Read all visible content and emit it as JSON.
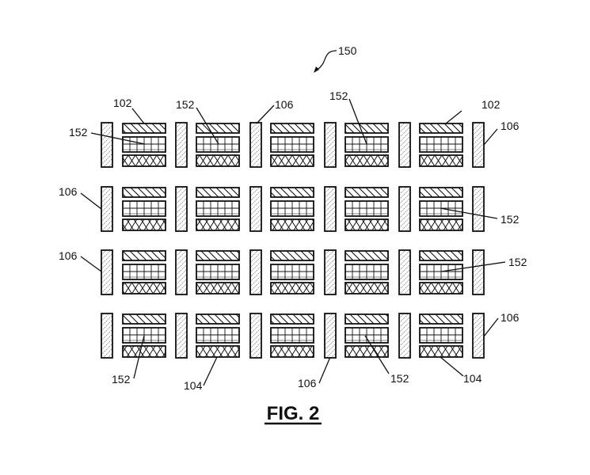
{
  "figure": {
    "title": "FIG. 2",
    "overall_ref": "150",
    "rows": 4,
    "columns": 5,
    "columns_of_bars": 6,
    "row_offsets": [
      "left",
      "left",
      "left",
      "left"
    ],
    "colors": {
      "stroke": "#111111",
      "background": "#ffffff",
      "bar_hatch": "#777777"
    },
    "legend": {
      "top_layer": "102",
      "middle_layer": "152",
      "bottom_layer": "104",
      "separator_bar": "106"
    },
    "labels": [
      {
        "text": "102",
        "target": "row1-cell1-top"
      },
      {
        "text": "152",
        "target": "row1-cell2-middle"
      },
      {
        "text": "106",
        "target": "row1-bar3"
      },
      {
        "text": "152",
        "target": "row1-cell4-middle"
      },
      {
        "text": "102",
        "target": "row1-cell5-top"
      },
      {
        "text": "152",
        "target": "row1-cell1-middle"
      },
      {
        "text": "106",
        "target": "row1-bar6"
      },
      {
        "text": "106",
        "target": "row2-bar1"
      },
      {
        "text": "152",
        "target": "row2-cell5-middle"
      },
      {
        "text": "106",
        "target": "row3-bar1"
      },
      {
        "text": "152",
        "target": "row3-cell5-middle"
      },
      {
        "text": "106",
        "target": "row4-bar6"
      },
      {
        "text": "152",
        "target": "row4-cell1-middle"
      },
      {
        "text": "104",
        "target": "row4-cell2-bottom"
      },
      {
        "text": "106",
        "target": "row4-bar4"
      },
      {
        "text": "152",
        "target": "row4-cell4-middle"
      },
      {
        "text": "104",
        "target": "row4-cell5-bottom"
      }
    ]
  }
}
